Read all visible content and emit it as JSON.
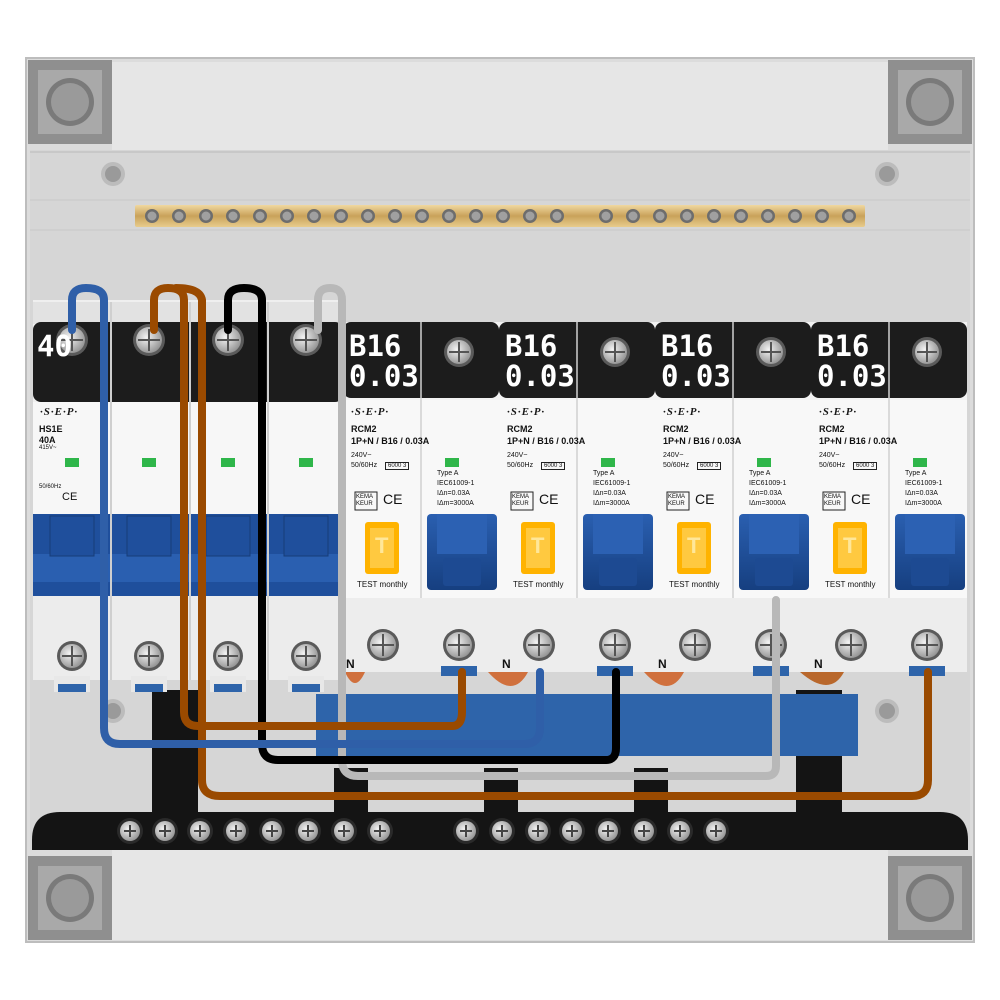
{
  "main_switch": {
    "label": "40",
    "brand": "·S·E·P·",
    "model": "HS1E",
    "rating": "40A",
    "voltage": "415V~",
    "freq": "50/60Hz",
    "ce": "CE"
  },
  "rcbo_units": [
    {
      "line1": "B16",
      "line2": "0.03",
      "brand": "·S·E·P·",
      "model": "RCM2",
      "spec": "1P+N / B16 / 0.03A",
      "voltage": "240V~",
      "freq": "50/60Hz",
      "breaking": "6000 3",
      "type": "Type A",
      "standard": "IEC61009-1",
      "idn": "IΔn=0.03A",
      "idm": "IΔm=3000A",
      "kema": "KEMA KEUR",
      "ce": "CE",
      "test_button": "T",
      "test_label": "TEST monthly",
      "neutral": "N"
    },
    {
      "line1": "B16",
      "line2": "0.03",
      "brand": "·S·E·P·",
      "model": "RCM2",
      "spec": "1P+N / B16 / 0.03A",
      "voltage": "240V~",
      "freq": "50/60Hz",
      "breaking": "6000 3",
      "type": "Type A",
      "standard": "IEC61009-1",
      "idn": "IΔn=0.03A",
      "idm": "IΔm=3000A",
      "kema": "KEMA KEUR",
      "ce": "CE",
      "test_button": "T",
      "test_label": "TEST monthly",
      "neutral": "N"
    },
    {
      "line1": "B16",
      "line2": "0.03",
      "brand": "·S·E·P·",
      "model": "RCM2",
      "spec": "1P+N / B16 / 0.03A",
      "voltage": "240V~",
      "freq": "50/60Hz",
      "breaking": "6000 3",
      "type": "Type A",
      "standard": "IEC61009-1",
      "idn": "IΔn=0.03A",
      "idm": "IΔm=3000A",
      "kema": "KEMA KEUR",
      "ce": "CE",
      "test_button": "T",
      "test_label": "TEST monthly",
      "neutral": "N"
    },
    {
      "line1": "B16",
      "line2": "0.03",
      "brand": "·S·E·P·",
      "model": "RCM2",
      "spec": "1P+N / B16 / 0.03A",
      "voltage": "240V~",
      "freq": "50/60Hz",
      "breaking": "6000 3",
      "type": "Type A",
      "standard": "IEC61009-1",
      "idn": "IΔn=0.03A",
      "idm": "IΔm=3000A",
      "kema": "KEMA KEUR",
      "ce": "CE",
      "test_button": "T",
      "test_label": "TEST monthly",
      "neutral": "N"
    }
  ],
  "colors": {
    "enclosure": "#d9d9d9",
    "breaker_body": "#f0f0f0",
    "label_black": "#1c1c1c",
    "toggle_blue": "#1f4f9c",
    "test_orange": "#ffb300",
    "busbar_brass": "#d4b06a",
    "neutral_bar": "#2e64aa",
    "wire_blue": "#2f5fa8",
    "wire_brown": "#9a4a00",
    "wire_black": "#000000",
    "wire_grey": "#bdbdbd",
    "indicator_green": "#2fb64a"
  },
  "icons": {
    "terminal": "screw-terminal-icon",
    "corner": "mounting-hole-icon",
    "earth": "earth-bar-icon"
  }
}
